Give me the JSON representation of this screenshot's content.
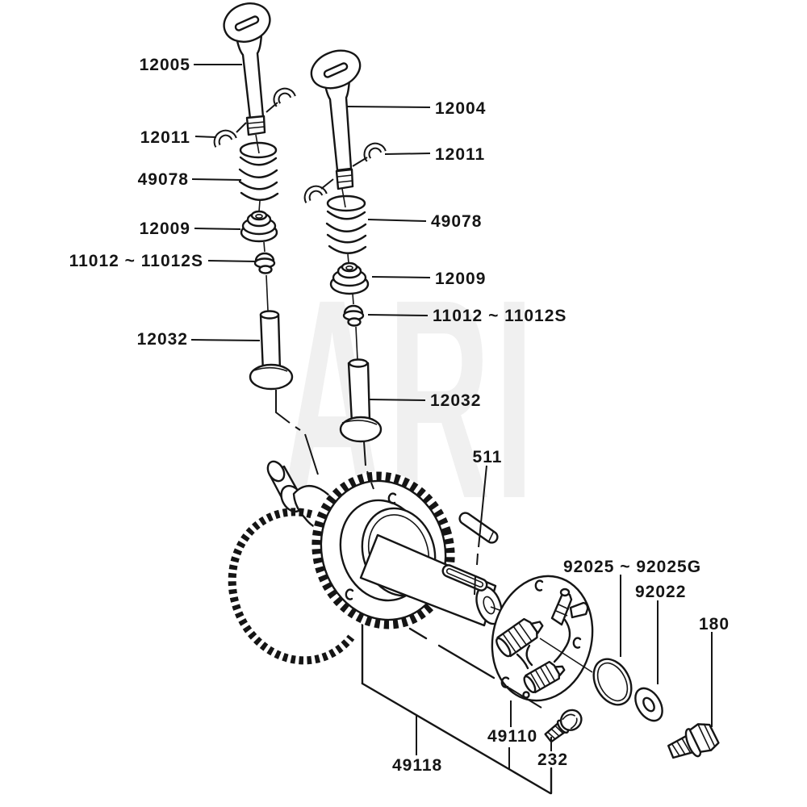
{
  "watermark": "ARI",
  "labels": {
    "valve_exhaust": "12005",
    "valve_inlet": "12004",
    "collet_left": "12011",
    "collet_right": "12011",
    "spring_left": "49078",
    "spring_right": "49078",
    "retainer_left": "12009",
    "retainer_right": "12009",
    "cap_left": "11012 ~ 11012S",
    "cap_right": "11012 ~ 11012S",
    "tappet_left": "12032",
    "tappet_right": "12032",
    "pin": "511",
    "oring": "92025 ~ 92025G",
    "washer": "92022",
    "bolt": "180",
    "holder": "49110",
    "screw": "232",
    "plate": "49118"
  },
  "colors": {
    "line": "#151515",
    "background": "#ffffff",
    "watermark": "#f0f0f0"
  }
}
